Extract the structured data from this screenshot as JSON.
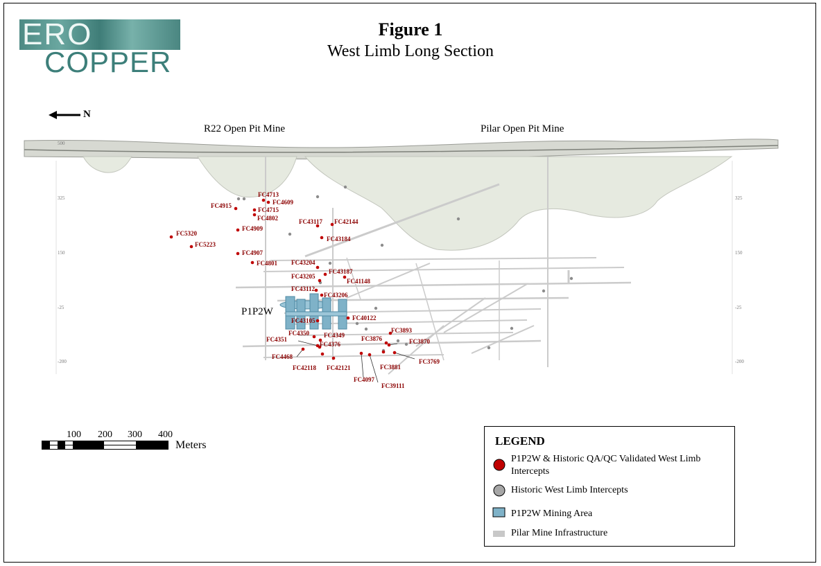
{
  "logo": {
    "line1": "ERO",
    "line2": "COPPER"
  },
  "figure": {
    "title": "Figure 1",
    "subtitle": "West Limb Long Section"
  },
  "north_label": "N",
  "pits": {
    "r22": "R22 Open Pit Mine",
    "pilar": "Pilar Open Pit Mine"
  },
  "elevation_labels": {
    "top": "500",
    "l1": "325",
    "l2": "150",
    "l3": "-25",
    "l4": "-200"
  },
  "mining_area_label": "P1P2W",
  "intercepts": [
    {
      "id": "FC4713"
    },
    {
      "id": "FC4609"
    },
    {
      "id": "FC4915"
    },
    {
      "id": "FC4715"
    },
    {
      "id": "FC4802"
    },
    {
      "id": "FC43117"
    },
    {
      "id": "FC42144"
    },
    {
      "id": "FC4909"
    },
    {
      "id": "FC5320"
    },
    {
      "id": "FC43184"
    },
    {
      "id": "FC5223"
    },
    {
      "id": "FC4907"
    },
    {
      "id": "FC4801"
    },
    {
      "id": "FC43204"
    },
    {
      "id": "FC43187"
    },
    {
      "id": "FC43205"
    },
    {
      "id": "FC41148"
    },
    {
      "id": "FC43112"
    },
    {
      "id": "FC43206"
    },
    {
      "id": "FC43105"
    },
    {
      "id": "FC40122"
    },
    {
      "id": "FC3893"
    },
    {
      "id": "FC4350"
    },
    {
      "id": "FC4349"
    },
    {
      "id": "FC3876"
    },
    {
      "id": "FC3870"
    },
    {
      "id": "FC4351"
    },
    {
      "id": "FC4376"
    },
    {
      "id": "FC4468"
    },
    {
      "id": "FC3769"
    },
    {
      "id": "FC42118"
    },
    {
      "id": "FC42121"
    },
    {
      "id": "FC3881"
    },
    {
      "id": "FC4097"
    },
    {
      "id": "FC39111"
    }
  ],
  "scale_bar": {
    "ticks": [
      "100",
      "200",
      "300",
      "400"
    ],
    "units": "Meters"
  },
  "legend": {
    "title": "LEGEND",
    "items": [
      {
        "label": "P1P2W & Historic QA/QC Validated West Limb Intercepts",
        "color": "#c00000",
        "symbol": "red-circle"
      },
      {
        "label": "Historic West Limb Intercepts",
        "color": "#a6a6a6",
        "symbol": "grey-circle"
      },
      {
        "label": "P1P2W Mining Area",
        "color": "#7fb2c8",
        "symbol": "blue-square"
      },
      {
        "label": "Pilar Mine Infrastructure",
        "color": "#c8c8c8",
        "symbol": "grey-bar"
      }
    ]
  },
  "colors": {
    "validated": "#c00000",
    "historic": "#8c8c8c",
    "mining_area": "#7fb2c8",
    "infrastructure": "#c8c8c8",
    "pit": "#e6eae0"
  }
}
